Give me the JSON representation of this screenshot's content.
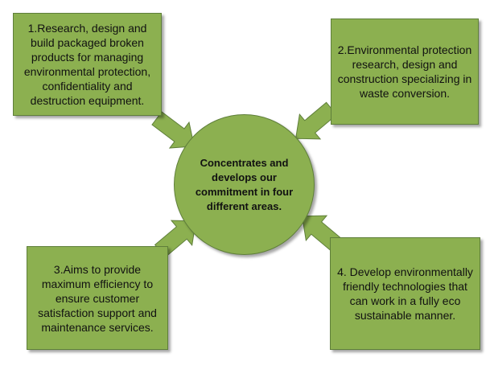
{
  "colors": {
    "fill": "#8cb050",
    "border": "#5f7f3a"
  },
  "center": {
    "text": "Concentrates and develops our commitment in four different areas."
  },
  "areas": [
    {
      "text": "1.Research, design and build packaged broken products for managing environmental protection, confidentiality and destruction equipment."
    },
    {
      "text": "2.Environmental protection research, design and construction specializing in waste conversion."
    },
    {
      "text": "3.Aims to provide maximum efficiency to ensure customer satisfaction support and maintenance services."
    },
    {
      "text": "4. Develop environmentally friendly technologies that can work in a fully eco sustainable manner."
    }
  ]
}
